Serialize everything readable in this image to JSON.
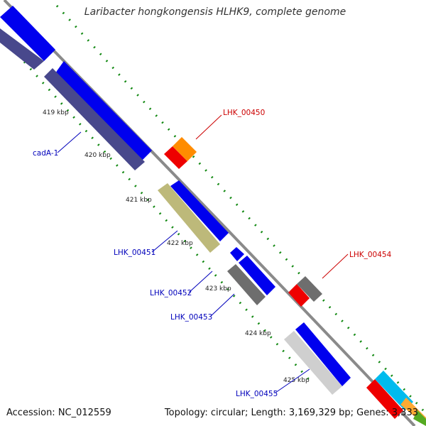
{
  "header": {
    "title": "Laribacter hongkongensis HLHK9, complete genome"
  },
  "footer": {
    "accession": "Accession: NC_012559",
    "stats": "Topology: circular; Length: 3,169,329 bp; Genes: 3,333"
  },
  "ruler": {
    "kbp_labels": [
      "419 kbp",
      "420 kbp",
      "421 kbp",
      "422 kbp",
      "423 kbp",
      "424 kbp",
      "425 kbp"
    ]
  },
  "gene_labels": [
    {
      "name": "LHK_00450",
      "color": "#cc0000"
    },
    {
      "name": "cadA-1",
      "color": "#0000bb"
    },
    {
      "name": "LHK_00451",
      "color": "#0000bb"
    },
    {
      "name": "LHK_00452",
      "color": "#0000bb"
    },
    {
      "name": "LHK_00453",
      "color": "#0000bb"
    },
    {
      "name": "LHK_00454",
      "color": "#cc0000"
    },
    {
      "name": "LHK_00455",
      "color": "#0000bb"
    }
  ],
  "colors": {
    "cds": "#0000ee",
    "cog_purple": "#48488c",
    "cog_olive": "#bdb97a",
    "cog_gray": "#6e6e6e",
    "cog_lightgray": "#cfcfcf",
    "rna_red": "#ee0000",
    "cog_orange": "#ff8c00",
    "cog_cyan": "#00bbee",
    "backbone": "#8a8a8a",
    "gc_green": "#118811"
  }
}
